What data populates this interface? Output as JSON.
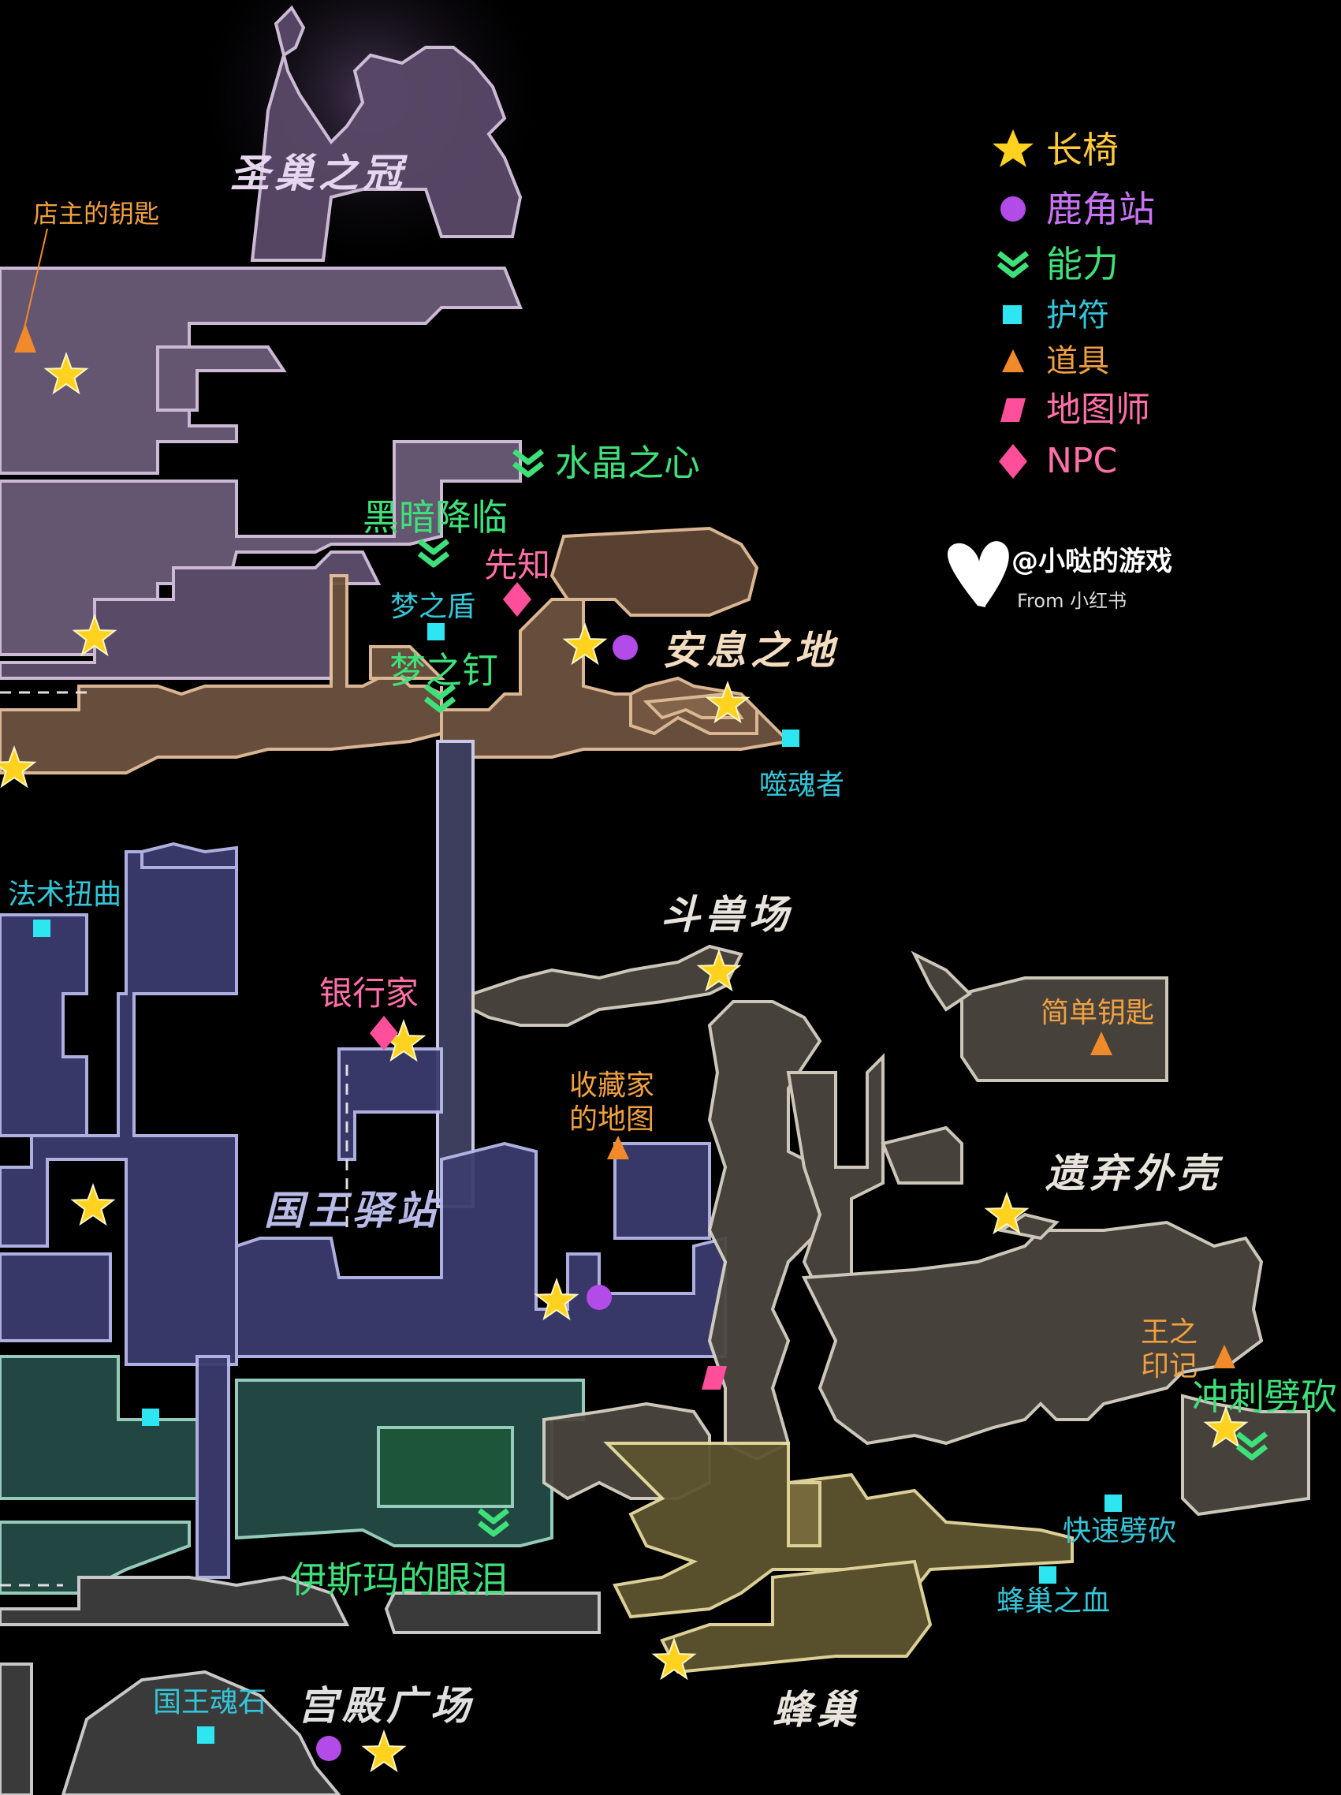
{
  "legend": {
    "bench": "长椅",
    "stag_station": "鹿角站",
    "ability": "能力",
    "charm": "护符",
    "item": "道具",
    "map_seller": "地图师",
    "npc": "NPC"
  },
  "watermark": {
    "handle": "@小哒的游戏",
    "source": "From 小红书"
  },
  "regions": {
    "crown": "圣巢之冠",
    "rest_grounds": "安息之地",
    "colosseum": "斗兽场",
    "kings_station": "国王驿站",
    "abandoned_shell": "遗弃外壳",
    "palace_grounds": "宫殿广场",
    "hive": "蜂巢"
  },
  "items": {
    "shopkeeper_key": "店主的钥匙",
    "simple_key": "简单钥匙",
    "collectors_map": "收藏家\n的地图",
    "kings_brand": "王之\n印记"
  },
  "abilities": {
    "crystal_heart": "水晶之心",
    "shade_cloak_descend": "黑暗降临",
    "dream_nail": "梦之钉",
    "isma_tear": "伊斯玛的眼泪",
    "dash_slash": "冲刺劈砍"
  },
  "charms": {
    "dreamshield": "梦之盾",
    "soul_eater": "噬魂者",
    "spell_twister": "法术扭曲",
    "quick_slash": "快速劈砍",
    "hiveblood": "蜂巢之血",
    "kingsoul": "国王魂石"
  },
  "npcs": {
    "seer": "先知",
    "banker": "银行家"
  },
  "colors": {
    "bench": "#ffd21f",
    "stag": "#b24be8",
    "ability": "#3ee07a",
    "charm": "#34c6d8",
    "item": "#f08a2a",
    "map_seller": "#ff4f9a",
    "npc": "#ff4f9a",
    "crown_zone": "#b9a2c4",
    "rest_zone": "#8a6a4c",
    "city_zone": "#4d4e8a",
    "waterway_zone": "#2f5f57",
    "colosseum_zone": "#6b655a",
    "hive_zone": "#7d7040"
  }
}
